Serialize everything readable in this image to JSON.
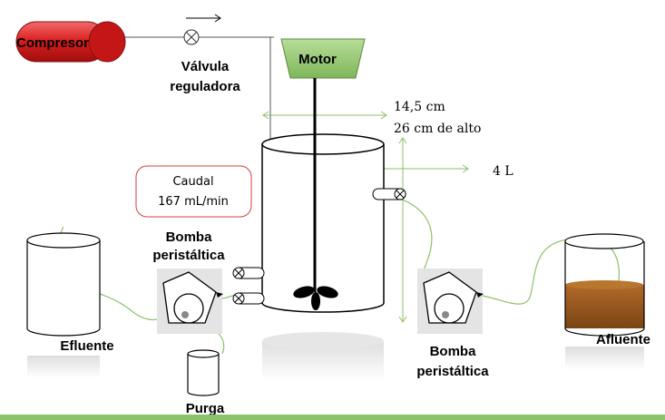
{
  "compressor": {
    "label": "Compresor"
  },
  "valve": {
    "label_line1": "Válvula",
    "label_line2": "reguladora"
  },
  "motor": {
    "label": "Motor"
  },
  "reactor": {
    "diameter": "14,5 cm",
    "height": "26 cm de alto",
    "volume": "4 L"
  },
  "flow": {
    "title": "Caudal",
    "value": "167 mL/min"
  },
  "pump_left": {
    "label_line1": "Bomba",
    "label_line2": "peristáltica"
  },
  "pump_right": {
    "label_line1": "Bomba",
    "label_line2": "peristáltica"
  },
  "effluent": {
    "label": "Efluente"
  },
  "purge": {
    "label": "Purga"
  },
  "influent": {
    "label": "Afluente"
  },
  "colors": {
    "compressor_red": "#d91c1c",
    "motor_green": "#9ccf7a",
    "tube_green": "#8cc26a",
    "sludge_brown": "#9a5a1e",
    "footer_green": "#8cc26a",
    "flow_box_border": "#d04040"
  }
}
